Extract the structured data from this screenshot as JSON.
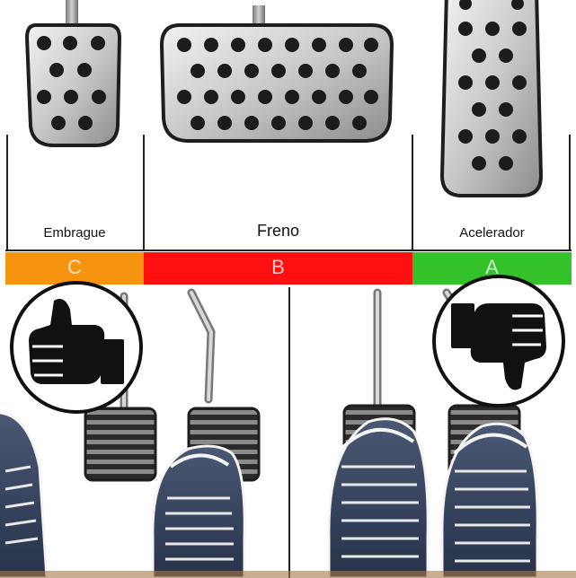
{
  "pedals": [
    {
      "label": "Embrague",
      "letter": "C",
      "color": "#f7940f"
    },
    {
      "label": "Freno",
      "letter": "B",
      "color": "#ff1010"
    },
    {
      "label": "Acelerador",
      "letter": "A",
      "color": "#33c22a"
    }
  ],
  "icons": {
    "approve": "thumbs-up-icon",
    "disapprove": "thumbs-down-icon"
  }
}
